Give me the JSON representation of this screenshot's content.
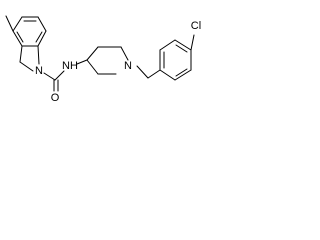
{
  "structure": {
    "atoms": {
      "n_indoline": "N",
      "o_carbonyl": "O",
      "nh_amide": "NH",
      "n_piperidine": "N",
      "chlorine": "Cl"
    }
  }
}
